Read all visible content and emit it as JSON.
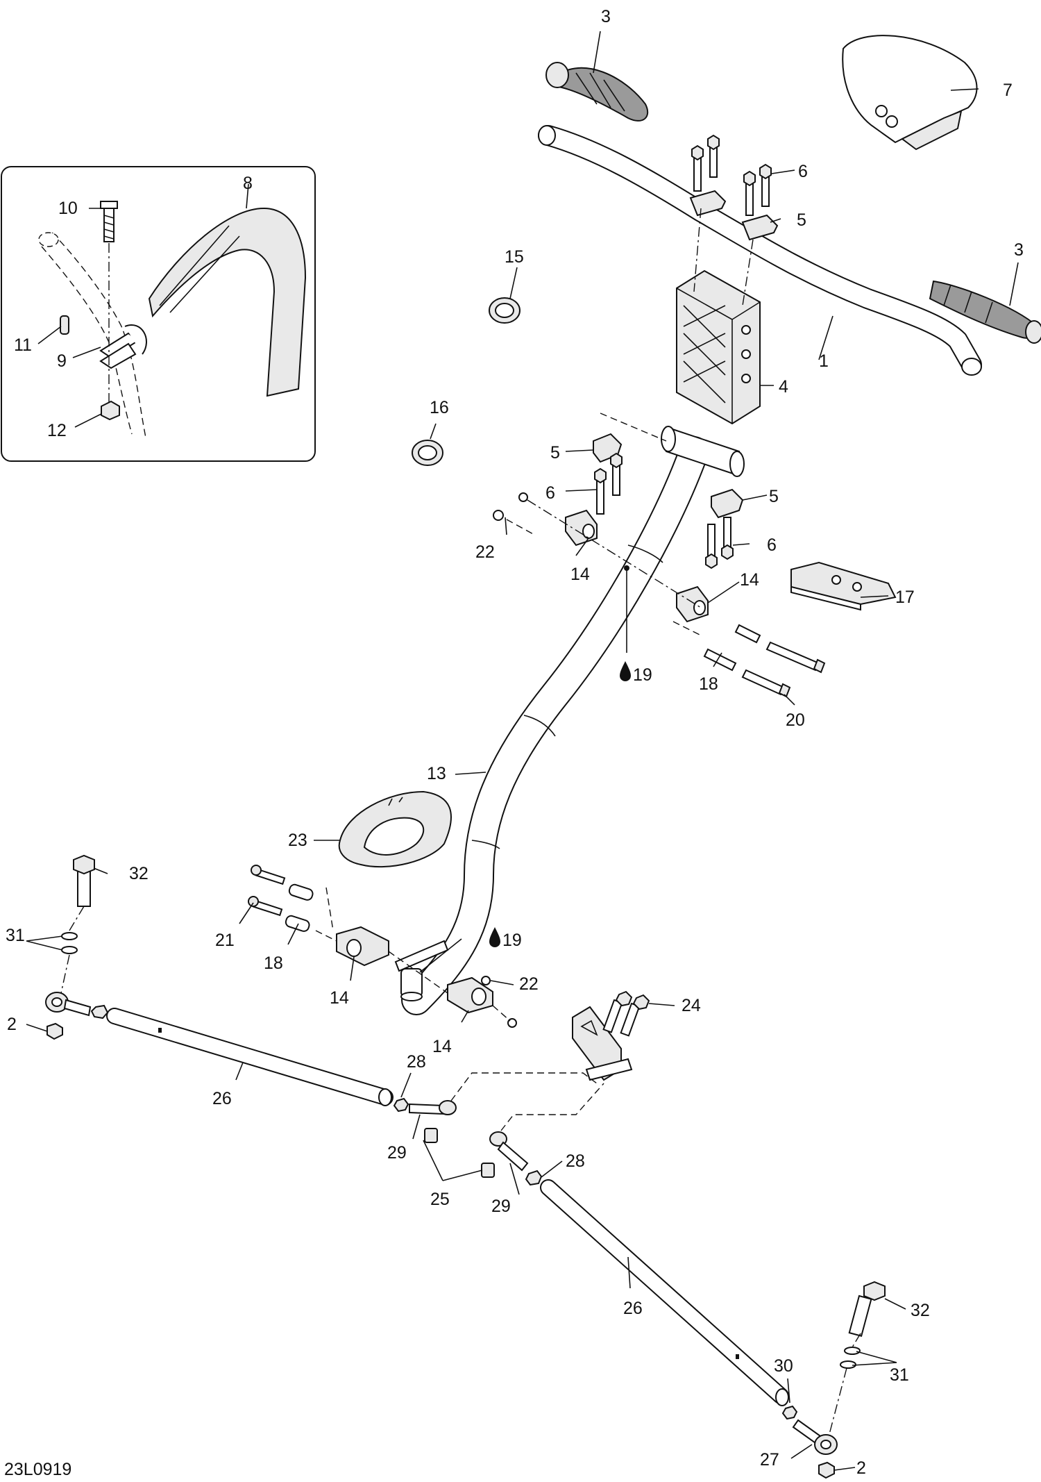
{
  "diagram": {
    "code": "23L0919",
    "callouts": [
      {
        "id": "c1",
        "text": "1"
      },
      {
        "id": "c2a",
        "text": "2"
      },
      {
        "id": "c2b",
        "text": "2"
      },
      {
        "id": "c3a",
        "text": "3"
      },
      {
        "id": "c3b",
        "text": "3"
      },
      {
        "id": "c4",
        "text": "4"
      },
      {
        "id": "c5a",
        "text": "5"
      },
      {
        "id": "c5b",
        "text": "5"
      },
      {
        "id": "c5c",
        "text": "5"
      },
      {
        "id": "c6a",
        "text": "6"
      },
      {
        "id": "c6b",
        "text": "6"
      },
      {
        "id": "c6c",
        "text": "6"
      },
      {
        "id": "c7",
        "text": "7"
      },
      {
        "id": "c8",
        "text": "8"
      },
      {
        "id": "c9",
        "text": "9"
      },
      {
        "id": "c10",
        "text": "10"
      },
      {
        "id": "c11",
        "text": "11"
      },
      {
        "id": "c12",
        "text": "12"
      },
      {
        "id": "c13",
        "text": "13"
      },
      {
        "id": "c14a",
        "text": "14"
      },
      {
        "id": "c14b",
        "text": "14"
      },
      {
        "id": "c14c",
        "text": "14"
      },
      {
        "id": "c14d",
        "text": "14"
      },
      {
        "id": "c15",
        "text": "15"
      },
      {
        "id": "c16",
        "text": "16"
      },
      {
        "id": "c17",
        "text": "17"
      },
      {
        "id": "c18a",
        "text": "18"
      },
      {
        "id": "c18b",
        "text": "18"
      },
      {
        "id": "c19a",
        "text": "19"
      },
      {
        "id": "c19b",
        "text": "19"
      },
      {
        "id": "c20",
        "text": "20"
      },
      {
        "id": "c21",
        "text": "21"
      },
      {
        "id": "c22a",
        "text": "22"
      },
      {
        "id": "c22b",
        "text": "22"
      },
      {
        "id": "c23",
        "text": "23"
      },
      {
        "id": "c24",
        "text": "24"
      },
      {
        "id": "c25",
        "text": "25"
      },
      {
        "id": "c26a",
        "text": "26"
      },
      {
        "id": "c26b",
        "text": "26"
      },
      {
        "id": "c27",
        "text": "27"
      },
      {
        "id": "c28a",
        "text": "28"
      },
      {
        "id": "c28b",
        "text": "28"
      },
      {
        "id": "c29a",
        "text": "29"
      },
      {
        "id": "c29b",
        "text": "29"
      },
      {
        "id": "c30",
        "text": "30"
      },
      {
        "id": "c31a",
        "text": "31"
      },
      {
        "id": "c31b",
        "text": "31"
      },
      {
        "id": "c32a",
        "text": "32"
      },
      {
        "id": "c32b",
        "text": "32"
      }
    ]
  }
}
